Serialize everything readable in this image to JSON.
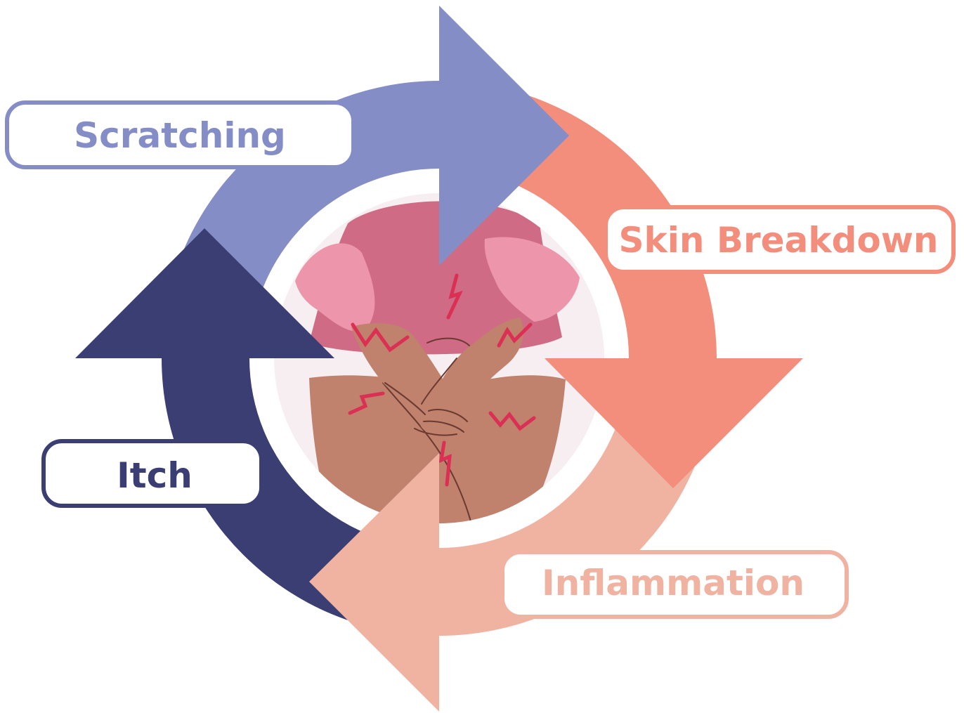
{
  "cycle": {
    "stages": [
      {
        "id": "scratching",
        "label": "Scratching",
        "color": "#848dc5"
      },
      {
        "id": "skin-breakdown",
        "label": "Skin Breakdown",
        "color": "#f28e7b"
      },
      {
        "id": "inflammation",
        "label": "Inflammation",
        "color": "#f0b3a1"
      },
      {
        "id": "itch",
        "label": "Itch",
        "color": "#3a3e72"
      }
    ]
  },
  "illustration": {
    "subject": "person-scratching-inner-thighs",
    "colors": {
      "background_disc": "#f7eef2",
      "shirt_dark": "#cf6b84",
      "shirt_light": "#ec95ab",
      "skin": "#c0816d",
      "skin_line": "#6a3a31",
      "itch_marks": "#db2f54"
    }
  }
}
